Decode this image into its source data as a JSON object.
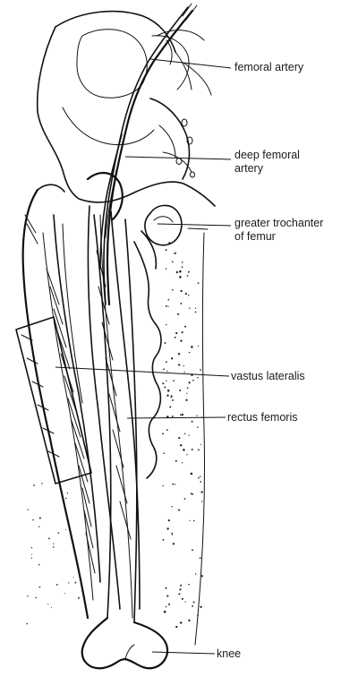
{
  "labels": {
    "femoral_artery": "femoral artery",
    "deep_femoral_artery_line1": "deep femoral",
    "deep_femoral_artery_line2": "artery",
    "greater_trochanter_line1": "greater trochanter",
    "greater_trochanter_line2": "of femur",
    "vastus_lateralis": "vastus lateralis",
    "rectus_femoris": "rectus femoris",
    "knee": "knee"
  },
  "colors": {
    "ink": "#111111",
    "background": "#ffffff"
  }
}
